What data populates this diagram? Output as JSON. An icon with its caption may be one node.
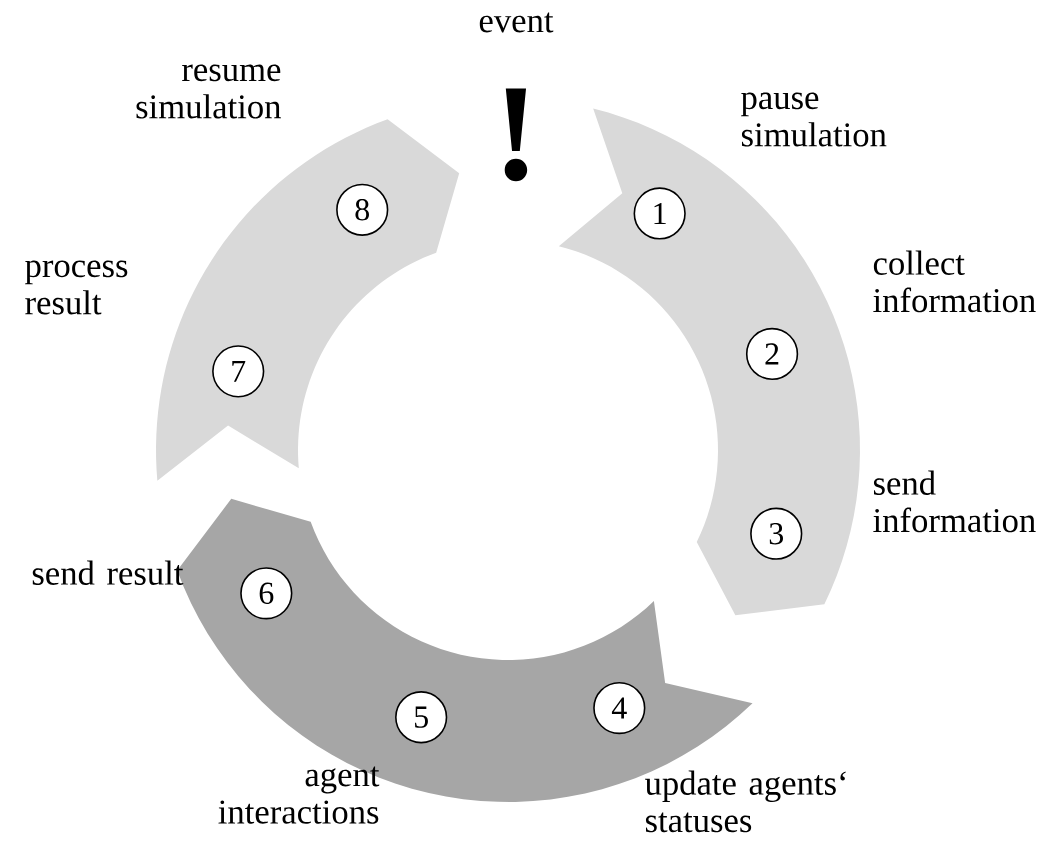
{
  "diagram": {
    "nodes": [
      {
        "text": [],
        "shape": "arrow"
      },
      {
        "text": [
          "1"
        ],
        "in": 0,
        "beside": [
          "pause simulation"
        ]
      },
      {
        "text": [
          "2"
        ],
        "in": 0,
        "beside": [
          "collect information"
        ]
      },
      {
        "text": [
          "3"
        ],
        "in": 0,
        "beside": [
          "send information"
        ]
      },
      {
        "text": [],
        "shape": "arrow"
      },
      {
        "text": [
          "4"
        ],
        "in": 4,
        "beside": [
          "update agents‘ statuses"
        ]
      },
      {
        "text": [
          "5"
        ],
        "in": 4,
        "beside": [
          "agent interactions"
        ]
      },
      {
        "text": [
          "6"
        ],
        "in": 4,
        "beside": [
          "send result"
        ]
      },
      {
        "text": [],
        "shape": "arrow"
      },
      {
        "text": [
          "7"
        ],
        "in": 8,
        "beside": [
          "process result"
        ]
      },
      {
        "text": [
          "8"
        ],
        "in": 8,
        "beside": [
          "resume simulation"
        ]
      }
    ],
    "labels": [
      "event",
      "!"
    ]
  }
}
